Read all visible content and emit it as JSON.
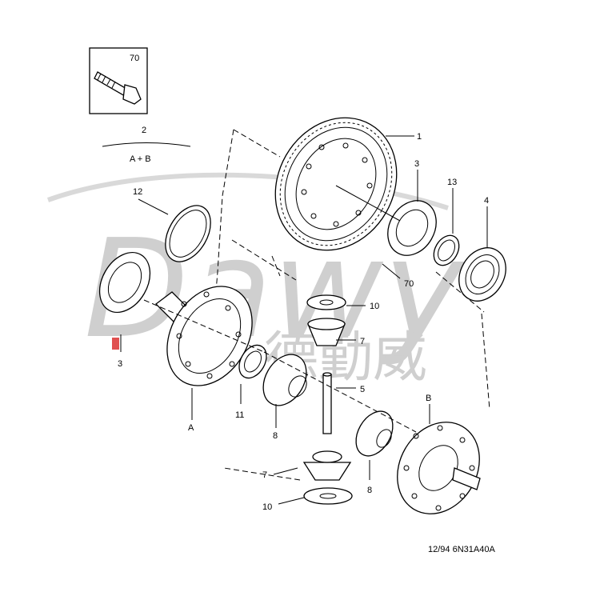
{
  "watermark": {
    "latin": "Dawy",
    "cjk": "德勤威"
  },
  "inset": {
    "bolt_ref": "70"
  },
  "legend": {
    "number": "2",
    "formula": "A + B"
  },
  "callouts": {
    "c1": "1",
    "c3_bearing_right": "3",
    "c13": "13",
    "c4": "4",
    "c12": "12",
    "c3_bearing_left": "3",
    "c70": "70",
    "c10_top": "10",
    "c7_top": "7",
    "c5": "5",
    "c11": "11",
    "c8_left": "8",
    "cA": "A",
    "cB": "B",
    "c7_bottom": "7",
    "c8_right": "8",
    "c10_bottom": "10"
  },
  "footer": {
    "code": "12/94 6N31A40A"
  },
  "colors": {
    "line": "#000000",
    "watermark": "#cfcfcf",
    "highlight": "#e05050"
  }
}
